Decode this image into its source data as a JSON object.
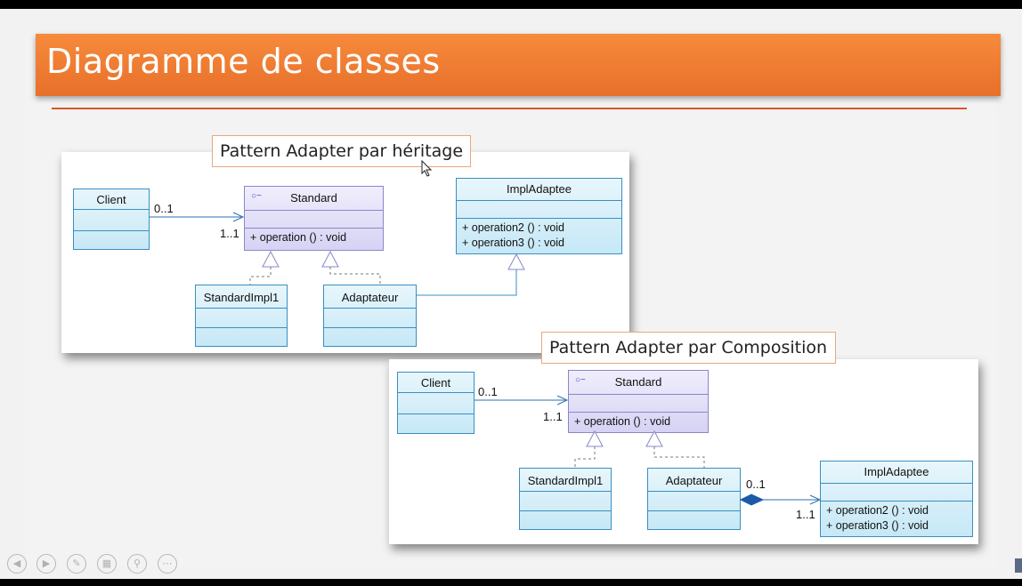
{
  "slide": {
    "title": "Diagramme de classes",
    "accent_color": "#e8702a",
    "rule_color": "#d9562a"
  },
  "diagram1": {
    "caption": "Pattern Adapter par héritage",
    "client": "Client",
    "standard": {
      "name": "Standard",
      "op": "+   operation ()   : void"
    },
    "impl": {
      "name": "ImplAdaptee",
      "op1": "+   operation2 ()   : void",
      "op2": "+   operation3 ()   : void"
    },
    "standardimpl": "StandardImpl1",
    "adaptateur": "Adaptateur",
    "mult_client": "0..1",
    "mult_standard": "1..1"
  },
  "diagram2": {
    "caption": "Pattern Adapter par Composition",
    "client": "Client",
    "standard": {
      "name": "Standard",
      "op": "+   operation ()   : void"
    },
    "impl": {
      "name": "ImplAdaptee",
      "op1": "+   operation2 ()   : void",
      "op2": "+   operation3 ()   : void"
    },
    "standardimpl": "StandardImpl1",
    "adaptateur": "Adaptateur",
    "mult_client": "0..1",
    "mult_standard": "1..1",
    "mult_adapt": "0..1",
    "mult_impl": "1..1"
  },
  "controls": [
    "previous-icon",
    "next-icon",
    "pen-icon",
    "slides-icon",
    "zoom-icon",
    "more-icon"
  ]
}
